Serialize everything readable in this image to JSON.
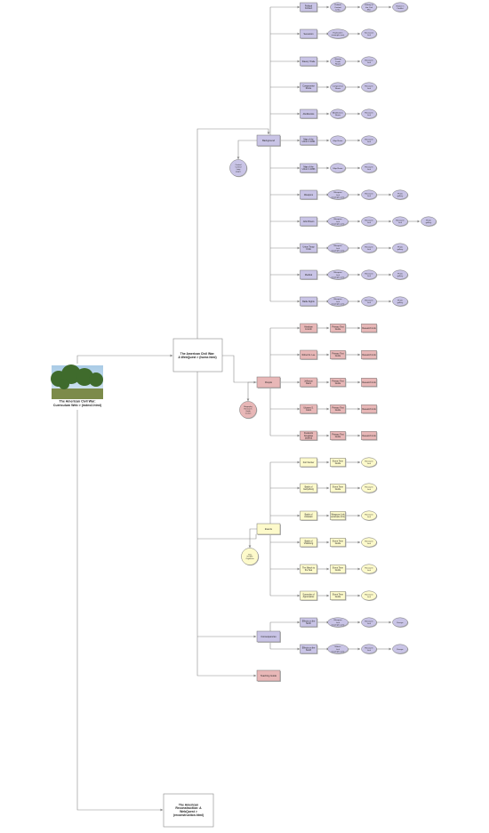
{
  "root": {
    "title": "The American Civil War: Curriculum Web > (index2.html)"
  },
  "main_node": {
    "title": "The American Civil War: A WebQuest > (home.html)"
  },
  "reconstruction_node": {
    "title": "The American Reconstruction: A WebQuest > (reconstruction.html)"
  },
  "sections": {
    "background": {
      "label": "Background",
      "note": "Central Control Loop pages",
      "rows": [
        [
          "Political Context",
          "Political Context Links",
          "History of the Civil War",
          "Nation in Conflict"
        ],
        [
          "Secession",
          "Exploration (example.com)",
          "Secession Link"
        ],
        [
          "Slavery Trade",
          "Slavery Trade Route",
          "Research Link"
        ],
        [
          "Compromise Route",
          "Compromise Route",
          "Research Link"
        ],
        [
          "Abolitionists",
          "Abolitionists Route",
          "Research Link"
        ],
        [
          "Map of the Union in 1861",
          "Map Route",
          "Research Link"
        ],
        [
          "Map of the Union in 1863",
          "Map Route",
          "Research Link"
        ],
        [
          "Weapons",
          "Weapons Link (example.com)",
          "Research Link",
          "Photo gallery"
        ],
        [
          "John Brown",
          "Weapons Link (example.com)",
          "Research Link",
          "Research Link",
          "Photo gallery"
        ],
        [
          "Union Troop Units",
          "Weapons Link (example.com)",
          "Research Link",
          "Photo gallery"
        ],
        [
          "Medical",
          "Weapons Link (example.com)",
          "Research Link",
          "Photo gallery"
        ],
        [
          "Battle Sights",
          "Weapons Link (example.com)",
          "Research Link",
          "Photo gallery"
        ]
      ]
    },
    "people": {
      "label": "People",
      "note": "Biography Research Guide section",
      "rows": [
        [
          "Abraham Lincoln",
          "Primary Text Guide",
          "Research Link"
        ],
        [
          "Robert E. Lee",
          "Primary Text Guide",
          "Research Link"
        ],
        [
          "Jefferson Davis",
          "Primary Text Guide",
          "Research Link"
        ],
        [
          "Ulysses S. Grant",
          "Primary Text Guide",
          "Research Link"
        ],
        [
          "Frederick Douglass (added)",
          "Primary Text Guide",
          "Research Link"
        ]
      ]
    },
    "events": {
      "label": "Events",
      "note": "Time Graphic Organizer",
      "rows": [
        [
          "Fort Sumter",
          "Event Time Guide",
          "Research Link"
        ],
        [
          "Battle of Gettysburg",
          "Event Time Guide",
          "Research Link"
        ],
        [
          "Battle of Antietam",
          "Weapons Link (example.com)",
          "Research Link"
        ],
        [
          "Battle of Vicksburg",
          "Event Time Guide",
          "Research Link"
        ],
        [
          "The March to the Sea",
          "Event Time Guide",
          "Research Link"
        ],
        [
          "Surrender of Appomattox",
          "Event Time Guide",
          "Research Link"
        ]
      ]
    },
    "consequences": {
      "label": "Consequences",
      "rows": [
        [
          "Effects on the North",
          "Weapons Link (example.com)",
          "Research Link",
          "Essays"
        ],
        [
          "Effects on the South",
          "Effects Link (example.com)",
          "Research Link",
          "Essays"
        ]
      ]
    },
    "teaching_guide": {
      "label": "Teaching Guide"
    }
  },
  "colors": {
    "background": "#c9c4e6",
    "people": "#e8b7b7",
    "events": "#fdfacb",
    "consequences": "#c9c4e6",
    "teaching_guide": "#e8b7b7",
    "line": "#8a8a8a"
  }
}
